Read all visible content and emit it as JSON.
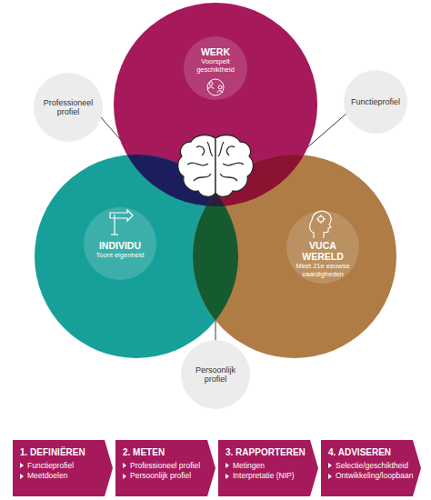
{
  "diagram": {
    "nodes": [
      {
        "text": [
          "WERK",
          "Voorspelt geschiktheid"
        ]
      },
      {
        "text": [
          "Professioneel profiel"
        ]
      },
      {
        "text": [
          "Functieprofiel"
        ]
      },
      {
        "text": [
          "INDIVIDU",
          "Toont eigenheid"
        ]
      },
      {
        "text": [
          "VUCA WERELD",
          "Meet 21e eeuwse vaardigheden"
        ]
      },
      {
        "text": [
          "Persoonlijk profiel"
        ]
      },
      {
        "text": [
          "1. DEFINIËREN",
          "Functieprofiel",
          "Meetdoelen"
        ]
      },
      {
        "text": [
          "2. METEN",
          "Professioneel profiel",
          "Persoonlijk profiel"
        ]
      },
      {
        "text": [
          "3. RAPPORTEREN",
          "Metingen",
          "Interpretatie (NIP)"
        ]
      },
      {
        "text": [
          "4. ADVISEREN",
          "Selectie/geschiktheid",
          "Ontwikkeling/loopbaan"
        ]
      }
    ]
  }
}
